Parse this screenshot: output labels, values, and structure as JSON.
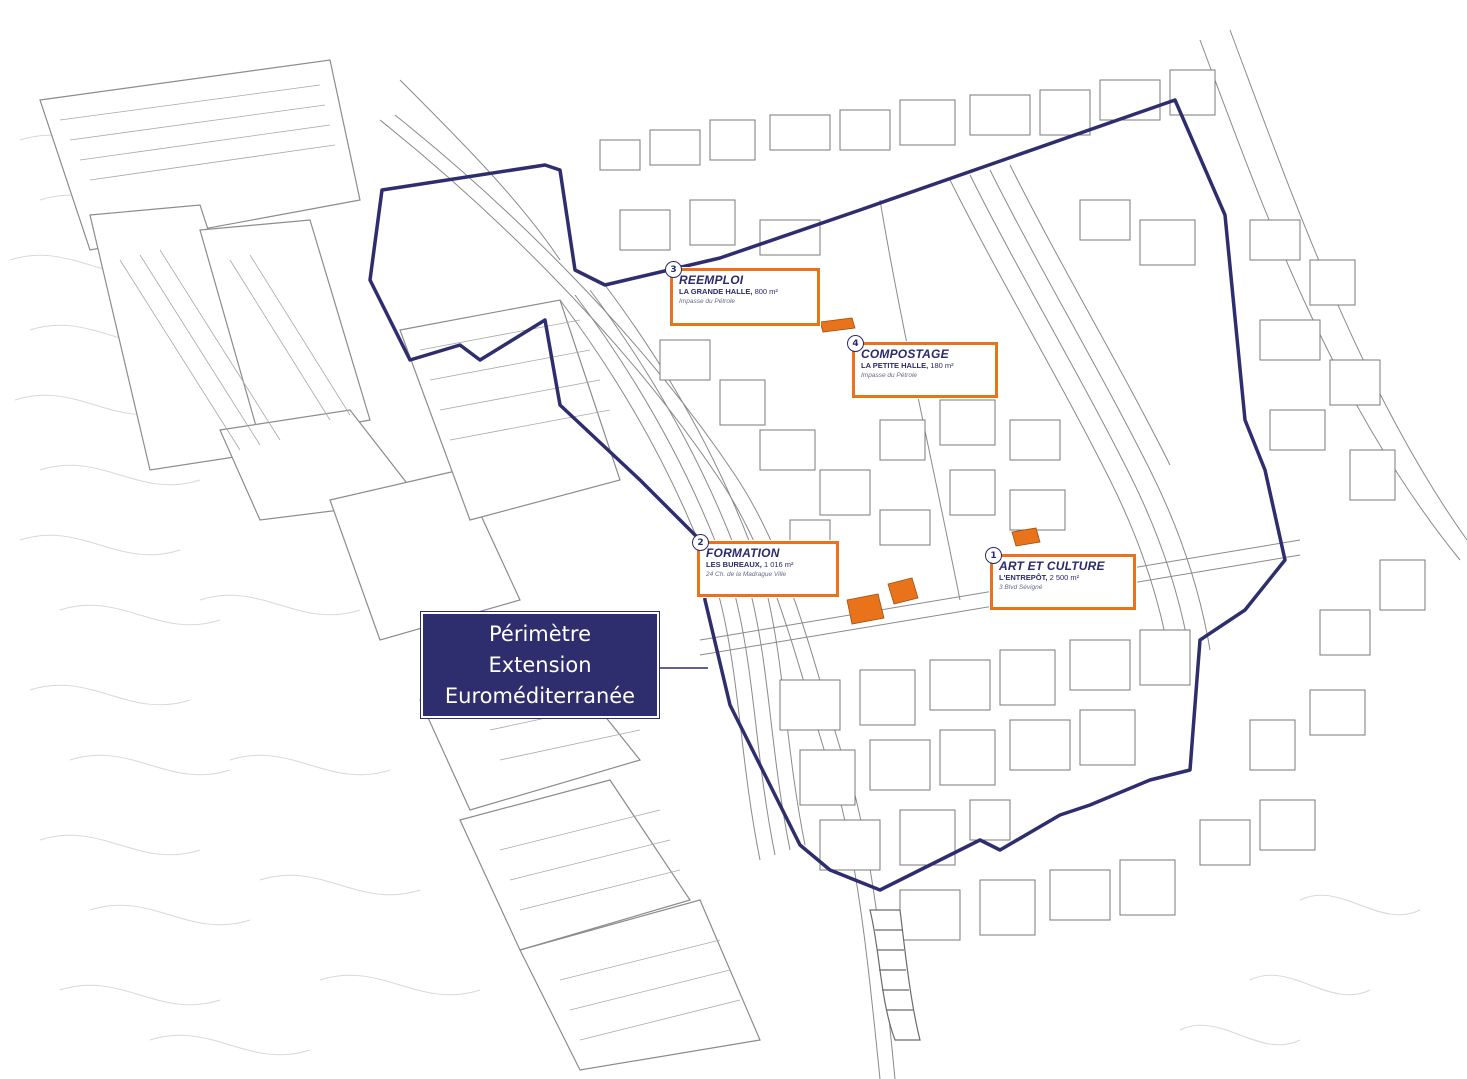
{
  "colors": {
    "perimeter": "#2e2d6e",
    "accent": "#e9731b",
    "linework": "#9a9a9a",
    "background": "#ffffff"
  },
  "perimeter_label": {
    "line1": "Périmètre",
    "line2": "Extension",
    "line3": "Euroméditerranée"
  },
  "sites": [
    {
      "number": "1",
      "title": "ART ET CULTURE",
      "building": "L'ENTREPÔT,",
      "area": "2 500 m²",
      "address": "3 Blvd Sévigné"
    },
    {
      "number": "2",
      "title": "FORMATION",
      "building": "LES BUREAUX,",
      "area": "1 016 m²",
      "address": "24 Ch. de la Madrague Ville"
    },
    {
      "number": "3",
      "title": "REEMPLOI",
      "building": "LA GRANDE HALLE,",
      "area": "800 m²",
      "address": "Impasse du Pétrole"
    },
    {
      "number": "4",
      "title": "COMPOSTAGE",
      "building": "LA PETITE HALLE,",
      "area": "180 m²",
      "address": "Impasse du Pétrole"
    }
  ]
}
